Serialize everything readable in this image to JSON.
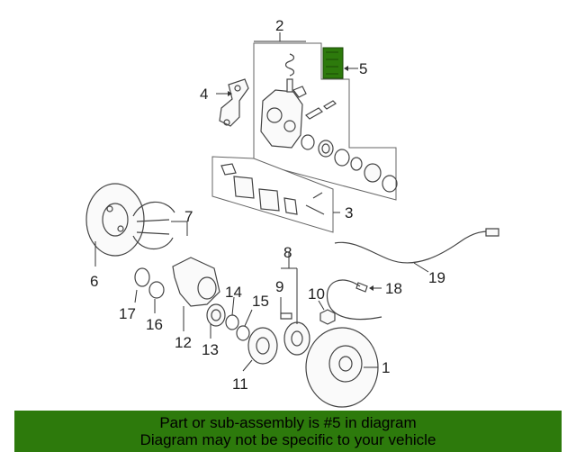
{
  "diagram": {
    "highlighted_part": "5",
    "highlight_color": "#2d7a0c",
    "callouts": [
      "1",
      "2",
      "3",
      "4",
      "5",
      "6",
      "7",
      "8",
      "9",
      "10",
      "11",
      "12",
      "13",
      "14",
      "15",
      "16",
      "17",
      "18",
      "19"
    ]
  },
  "banner": {
    "line1": "Part or sub-assembly is #5 in diagram",
    "line2": "Diagram may not be specific to your vehicle",
    "background": "#2d7a0c"
  }
}
